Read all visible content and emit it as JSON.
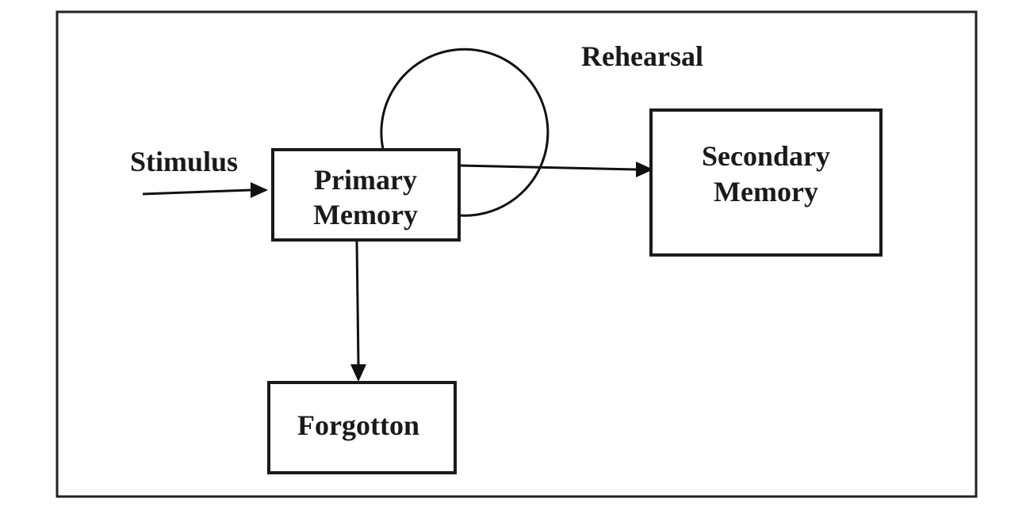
{
  "diagram": {
    "labels": {
      "stimulus": "Stimulus",
      "rehearsal": "Rehearsal"
    },
    "nodes": {
      "primary_memory": {
        "line1": "Primary",
        "line2": "Memory"
      },
      "secondary_memory": {
        "line1": "Secondary",
        "line2": "Memory"
      },
      "forgotton": {
        "line1": "Forgotton"
      }
    },
    "colors": {
      "stroke": "#111111",
      "text": "#1a1a1a",
      "background": "#ffffff"
    }
  }
}
